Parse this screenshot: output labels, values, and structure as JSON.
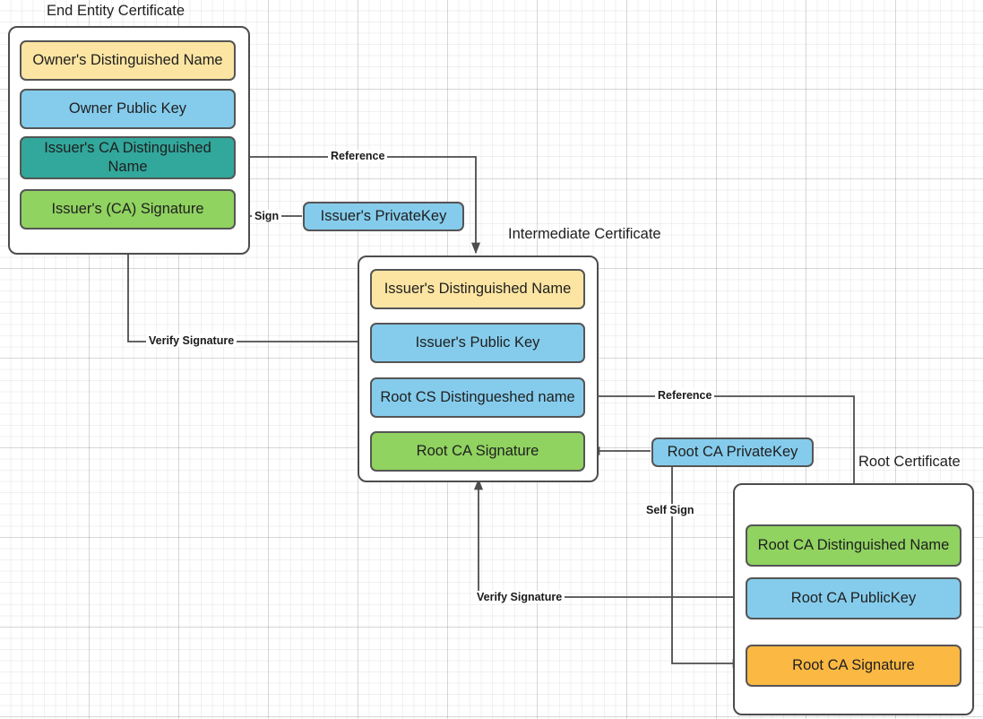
{
  "diagram": {
    "title_hidden": "X.509 Certificate Chain of Trust",
    "colors": {
      "yellow": "#fce5a2",
      "blue": "#85ccec",
      "teal": "#32a79b",
      "green": "#90d360",
      "orange": "#fbb843",
      "stroke": "#555555",
      "container_stroke": "#4d4d4d",
      "line": "#4d4d4d",
      "background": "#ffffff"
    },
    "groups": [
      {
        "id": "end-entity",
        "label": "End Entity Certificate",
        "fields": [
          {
            "id": "owner-dn",
            "label": "Owner's Distinguished Name",
            "color": "yellow"
          },
          {
            "id": "owner-public-key",
            "label": "Owner Public  Key",
            "color": "blue"
          },
          {
            "id": "issuer-ca-dn",
            "label": "Issuer's CA Distinguished Name",
            "color": "teal"
          },
          {
            "id": "issuer-ca-signature",
            "label": "Issuer's (CA) Signature",
            "color": "green"
          }
        ]
      },
      {
        "id": "intermediate",
        "label": "Intermediate Certificate",
        "fields": [
          {
            "id": "issuer-dn",
            "label": "Issuer's Distinguished Name",
            "color": "yellow"
          },
          {
            "id": "issuer-public-key",
            "label": "Issuer's Public  Key",
            "color": "blue"
          },
          {
            "id": "root-cs-dn",
            "label": "Root CS Distingueshed name",
            "color": "blue"
          },
          {
            "id": "root-ca-signature",
            "label": "Root CA Signature",
            "color": "green"
          }
        ]
      },
      {
        "id": "root",
        "label": "Root Certificate",
        "fields": [
          {
            "id": "root-ca-dn",
            "label": "Root CA Distinguished Name",
            "color": "green"
          },
          {
            "id": "root-ca-public-key",
            "label": "Root CA PublicKey",
            "color": "blue"
          },
          {
            "id": "root-ca-signature-root",
            "label": "Root CA Signature",
            "color": "orange"
          }
        ]
      }
    ],
    "keys": [
      {
        "id": "issuer-private-key",
        "label": "Issuer's PrivateKey",
        "color": "blue"
      },
      {
        "id": "root-ca-private-key",
        "label": "Root CA PrivateKey",
        "color": "blue"
      }
    ],
    "edges": [
      {
        "id": "edge-reference-top",
        "label": "Reference",
        "from": "issuer-ca-dn",
        "to": "intermediate"
      },
      {
        "id": "edge-sign-top",
        "label": "Sign",
        "from": "issuer-private-key",
        "to": "issuer-ca-signature"
      },
      {
        "id": "edge-verify-top",
        "label": "Verify Signature",
        "from": "issuer-public-key",
        "to": "issuer-ca-signature"
      },
      {
        "id": "edge-reference-bottom",
        "label": "Reference",
        "from": "root-cs-dn",
        "to": "root-ca-dn"
      },
      {
        "id": "edge-sign-bottom",
        "label": "",
        "from": "root-ca-private-key",
        "to": "root-ca-signature"
      },
      {
        "id": "edge-self-sign",
        "label": "Self Sign",
        "from": "root-ca-private-key",
        "to": "root-ca-signature-root"
      },
      {
        "id": "edge-verify-bottom",
        "label": "Verify Signature",
        "from": "root-ca-public-key",
        "to": "root-ca-signature"
      }
    ]
  }
}
